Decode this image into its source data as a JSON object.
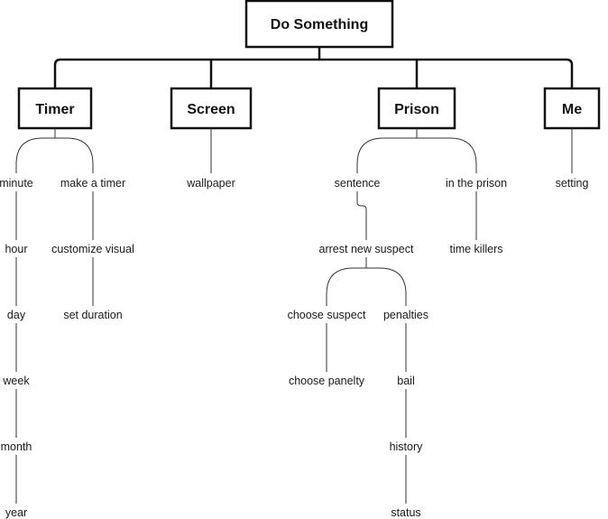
{
  "root": {
    "label": "Do Something"
  },
  "sections": {
    "timer": "Timer",
    "screen": "Screen",
    "prison": "Prison",
    "me": "Me"
  },
  "timer": {
    "minute": "minute",
    "hour": "hour",
    "day": "day",
    "week": "week",
    "month": "month",
    "year": "year",
    "make_a_timer": "make a timer",
    "customize_visual": "customize visual",
    "set_duration": "set duration"
  },
  "screen": {
    "wallpaper": "wallpaper"
  },
  "prison": {
    "sentence": "sentence",
    "arrest_new_suspect": "arrest new suspect",
    "choose_suspect": "choose suspect",
    "choose_panelty": "choose panelty",
    "penalties": "penalties",
    "bail": "bail",
    "history": "history",
    "status": "status",
    "in_the_prison": "in the prison",
    "time_killers": "time killers"
  },
  "me": {
    "setting": "setting"
  },
  "colors": {
    "line": "#111111",
    "background": "#ffffff"
  }
}
